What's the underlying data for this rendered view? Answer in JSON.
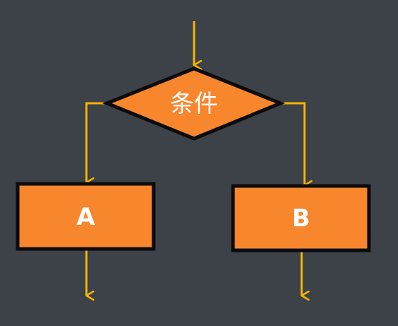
{
  "diagram": {
    "type": "flowchart",
    "colors": {
      "background": "#3d4148",
      "node_fill": "#f7862d",
      "node_stroke": "#0b0b0b",
      "arrow": "#f5b400",
      "label": "#ffffff"
    },
    "nodes": {
      "condition": {
        "shape": "diamond",
        "label": "条件"
      },
      "box_a": {
        "shape": "rectangle",
        "label": "A"
      },
      "box_b": {
        "shape": "rectangle",
        "label": "B"
      }
    },
    "edges": [
      {
        "from": "entry",
        "to": "condition"
      },
      {
        "from": "condition",
        "to": "box_a"
      },
      {
        "from": "condition",
        "to": "box_b"
      },
      {
        "from": "box_a",
        "to": "exit"
      },
      {
        "from": "box_b",
        "to": "exit"
      }
    ]
  }
}
